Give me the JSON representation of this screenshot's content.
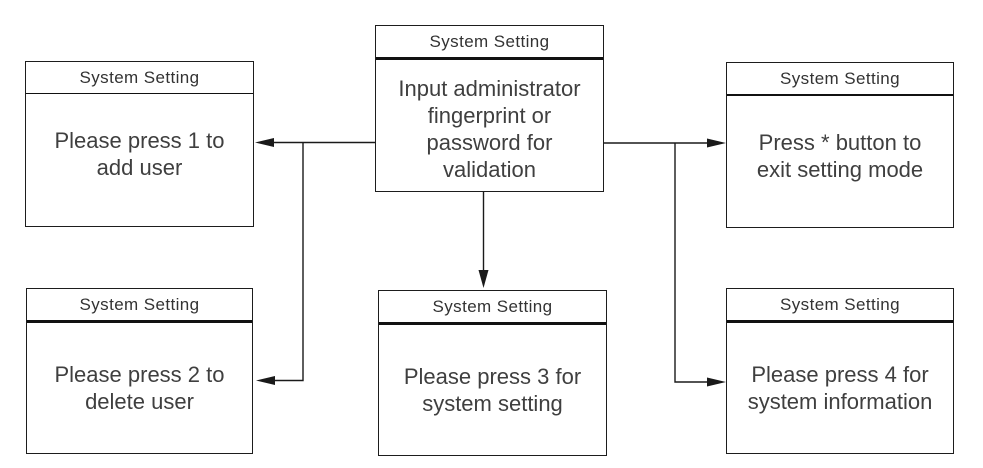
{
  "boxes": [
    {
      "id": "validation",
      "header": "System Setting",
      "body": "Input administrator\nfingerprint or\npassword for\nvalidation"
    },
    {
      "id": "add-user",
      "header": "System Setting",
      "body": "Please press 1 to\nadd user"
    },
    {
      "id": "exit-setting-mode",
      "header": "System Setting",
      "body": "Press * button to\nexit setting mode"
    },
    {
      "id": "delete-user",
      "header": "System Setting",
      "body": "Please press 2 to\ndelete user"
    },
    {
      "id": "system-setting",
      "header": "System Setting",
      "body": "Please press 3 for\nsystem setting"
    },
    {
      "id": "system-information",
      "header": "System Setting",
      "body": "Please press 4 for\nsystem information"
    }
  ],
  "colors": {
    "background": "#ffffff",
    "box_border": "#1d1d1d",
    "header_text": "#333333",
    "body_text": "#3f3f3f",
    "connector_line": "#1a1a1a"
  }
}
